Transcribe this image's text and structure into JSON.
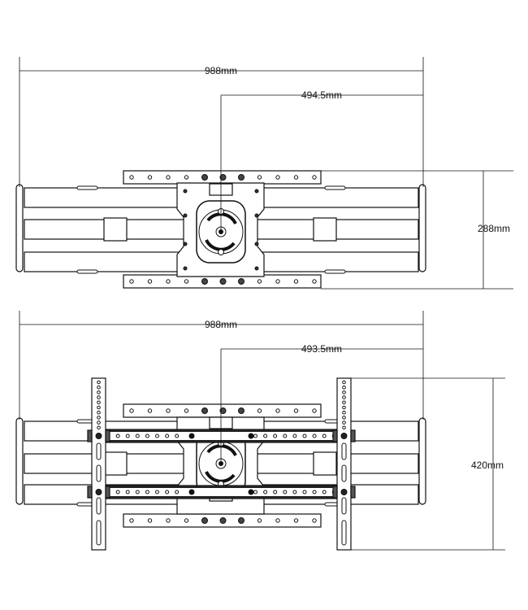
{
  "top_view": {
    "width_label": "988mm",
    "offset_label": "494.5mm",
    "height_label": "288mm"
  },
  "bottom_view": {
    "width_label": "988mm",
    "offset_label": "493.5mm",
    "height_label": "420mm"
  },
  "colors": {
    "line": "#111111",
    "background": "#ffffff"
  }
}
